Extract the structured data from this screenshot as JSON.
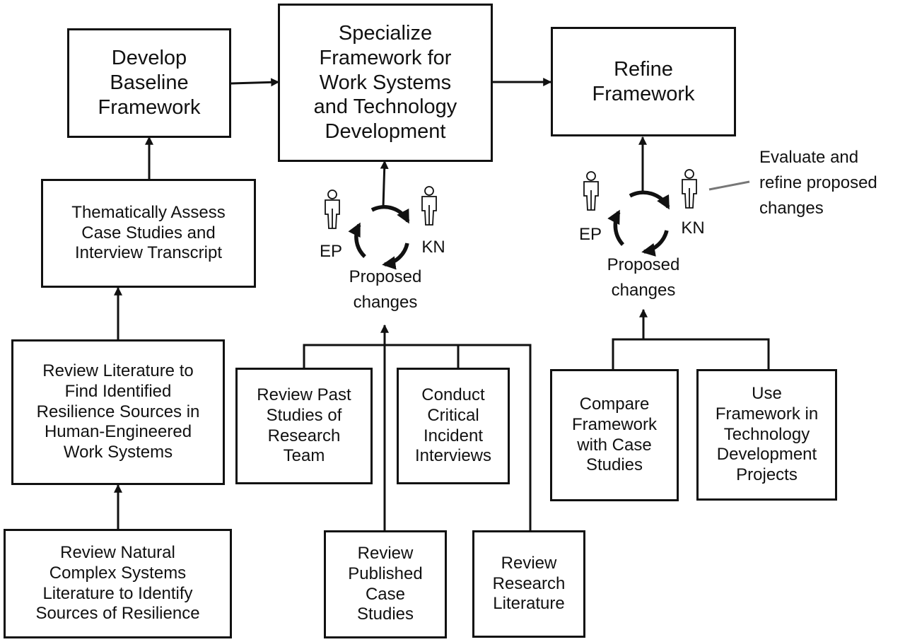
{
  "nodes": {
    "develop": "Develop\nBaseline\nFramework",
    "specialize": "Specialize\nFramework for\nWork Systems\nand Technology\nDevelopment",
    "refine": "Refine\nFramework",
    "thematic": "Thematically Assess\nCase Studies and\nInterview Transcript",
    "review_lit": "Review Literature to\nFind Identified\nResilience Sources in\nHuman-Engineered\nWork Systems",
    "review_natural": "Review Natural\nComplex Systems\nLiterature to Identify\nSources of Resilience",
    "review_past": "Review Past\nStudies of\nResearch\nTeam",
    "critical": "Conduct\nCritical\nIncident\nInterviews",
    "published": "Review\nPublished\nCase\nStudies",
    "research_lit": "Review\nResearch\nLiterature",
    "compare": "Compare\nFramework\nwith Case\nStudies",
    "use": "Use\nFramework in\nTechnology\nDevelopment\nProjects"
  },
  "cycles": [
    {
      "left_person": "EP",
      "right_person": "KN",
      "caption": "Proposed\nchanges"
    },
    {
      "left_person": "EP",
      "right_person": "KN",
      "caption": "Proposed\nchanges"
    }
  ],
  "annotation": "Evaluate and\nrefine proposed\nchanges"
}
